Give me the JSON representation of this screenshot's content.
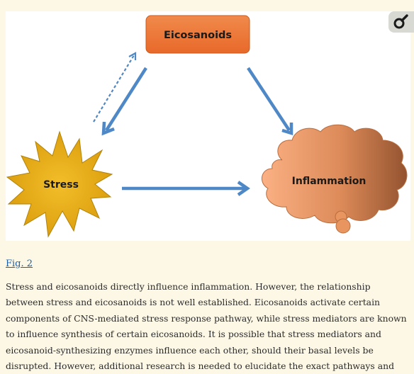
{
  "figure": {
    "nodes": {
      "eicosanoids": "Eicosanoids",
      "stress": "Stress",
      "inflammation": "Inflammation"
    },
    "colors": {
      "eicosanoids_fill": "#ec7632",
      "arrow": "#4f88c6",
      "stress_fill": "#e6ab14",
      "cloud_fill_light": "#f7a879",
      "cloud_fill_dark": "#9d5a35"
    },
    "expand_icon": "magnify-icon"
  },
  "fig_link": "Fig. 2",
  "caption": "Stress and eicosanoids directly influence inflammation. However, the relationship between stress and eicosanoids is not well established. Eicosanoids activate certain components of CNS-mediated stress response pathway, while stress mediators are known to influence synthesis of certain eicosanoids. It is possible that stress mediators and eicosanoid-synthesizing enzymes influence each other, should their basal levels be disrupted. However, additional research is needed to elucidate the exact pathways and mediators involved in this interaction"
}
